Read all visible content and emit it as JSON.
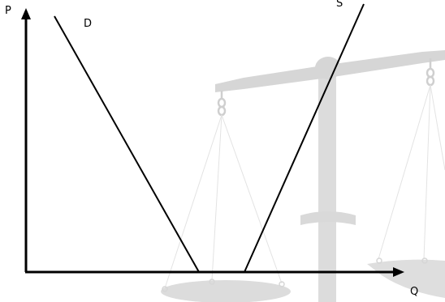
{
  "diagram": {
    "y_axis_label": "P",
    "x_axis_label": "Q",
    "curves": {
      "demand_label": "D",
      "supply_label": "S"
    },
    "background_image": "scales-of-justice",
    "colors": {
      "lines": "#000000",
      "watermark": "#dcdcdc",
      "watermark_light": "#e6e6e6"
    }
  }
}
